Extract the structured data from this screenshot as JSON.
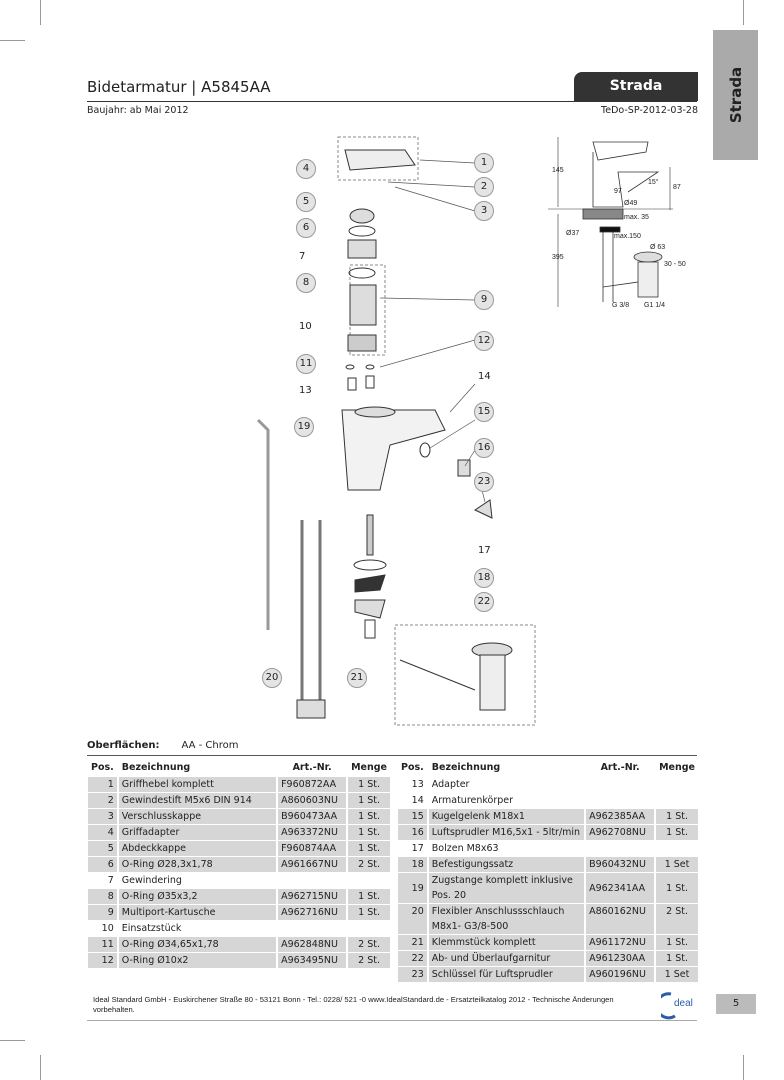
{
  "header": {
    "title": "Bidetarmatur | A5845AA",
    "series_badge": "Strada",
    "side_tab": "Strada",
    "baujahr": "Baujahr:   ab Mai 2012",
    "doc_code": "TeDo-SP-2012-03-28"
  },
  "drawing": {
    "callouts": [
      "1",
      "2",
      "3",
      "4",
      "5",
      "6",
      "7",
      "8",
      "9",
      "10",
      "11",
      "12",
      "13",
      "14",
      "15",
      "16",
      "23",
      "17",
      "18",
      "22",
      "19",
      "20",
      "21"
    ],
    "dimensions": [
      "145",
      "15°",
      "87",
      "97",
      "Ø49",
      "max. 35",
      "Ø37",
      "max.150",
      "395",
      "Ø 63",
      "30 - 50",
      "G 3/8",
      "G1 1/4"
    ]
  },
  "surfaces": {
    "label": "Oberflächen:",
    "value": "AA - Chrom"
  },
  "table": {
    "headers": {
      "pos": "Pos.",
      "name": "Bezeichnung",
      "art": "Art.-Nr.",
      "qty": "Menge"
    },
    "left": [
      {
        "pos": "1",
        "name": "Griffhebel komplett",
        "art": "F960872AA",
        "qty": "1 St."
      },
      {
        "pos": "2",
        "name": "Gewindestift M5x6 DIN 914",
        "art": "A860603NU",
        "qty": "1 St."
      },
      {
        "pos": "3",
        "name": "Verschlusskappe",
        "art": "B960473AA",
        "qty": "1 St."
      },
      {
        "pos": "4",
        "name": "Griffadapter",
        "art": "A963372NU",
        "qty": "1 St."
      },
      {
        "pos": "5",
        "name": "Abdeckkappe",
        "art": "F960874AA",
        "qty": "1 St."
      },
      {
        "pos": "6",
        "name": "O-Ring Ø28,3x1,78",
        "art": "A961667NU",
        "qty": "2 St."
      },
      {
        "pos": "7",
        "name": "Gewindering",
        "art": "",
        "qty": ""
      },
      {
        "pos": "8",
        "name": "O-Ring Ø35x3,2",
        "art": "A962715NU",
        "qty": "1 St."
      },
      {
        "pos": "9",
        "name": "Multiport-Kartusche",
        "art": "A962716NU",
        "qty": "1 St."
      },
      {
        "pos": "10",
        "name": "Einsatzstück",
        "art": "",
        "qty": ""
      },
      {
        "pos": "11",
        "name": "O-Ring Ø34,65x1,78",
        "art": "A962848NU",
        "qty": "2 St."
      },
      {
        "pos": "12",
        "name": "O-Ring Ø10x2",
        "art": "A963495NU",
        "qty": "2 St."
      }
    ],
    "right": [
      {
        "pos": "13",
        "name": "Adapter",
        "art": "",
        "qty": ""
      },
      {
        "pos": "14",
        "name": "Armaturenkörper",
        "art": "",
        "qty": ""
      },
      {
        "pos": "15",
        "name": "Kugelgelenk M18x1",
        "art": "A962385AA",
        "qty": "1 St."
      },
      {
        "pos": "16",
        "name": "Luftsprudler M16,5x1 - 5ltr/min",
        "art": "A962708NU",
        "qty": "1 St."
      },
      {
        "pos": "17",
        "name": "Bolzen M8x63",
        "art": "",
        "qty": ""
      },
      {
        "pos": "18",
        "name": "Befestigungssatz",
        "art": "B960432NU",
        "qty": "1 Set"
      },
      {
        "pos": "19",
        "name": "Zugstange komplett inklusive Pos. 20",
        "art": "A962341AA",
        "qty": "1 St."
      },
      {
        "pos": "20",
        "name": "Flexibler Anschlussschlauch M8x1- G3/8-500",
        "art": "A860162NU",
        "qty": "2 St."
      },
      {
        "pos": "21",
        "name": "Klemmstück komplett",
        "art": "A961172NU",
        "qty": "1 St."
      },
      {
        "pos": "22",
        "name": "Ab- und Überlaufgarnitur",
        "art": "A961230AA",
        "qty": "1 St."
      },
      {
        "pos": "23",
        "name": "Schlüssel für Luftsprudler",
        "art": "A960196NU",
        "qty": "1 Set"
      }
    ]
  },
  "footer": {
    "text": "Ideal Standard GmbH - Euskirchener Straße 80 - 53121 Bonn - Tel.: 0228/ 521 -0 www.IdealStandard.de - Ersatzteilkatalog 2012 - Technische Änderungen vorbehalten.",
    "logo": "Ideal Standard",
    "page": "5"
  }
}
